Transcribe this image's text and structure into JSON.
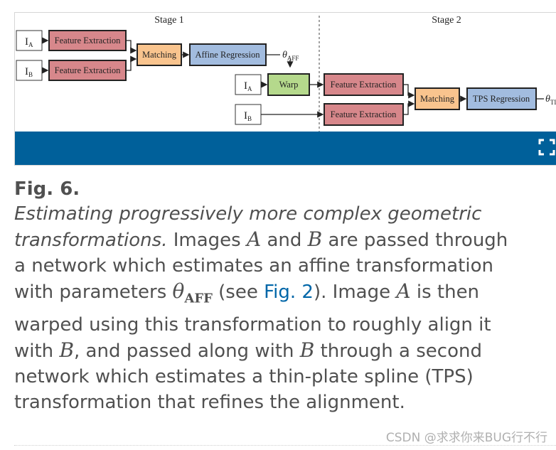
{
  "diagram": {
    "stage1_label": "Stage 1",
    "stage2_label": "Stage 2",
    "inputs": {
      "ia_main": "I",
      "ia_sub": "A",
      "ib_main": "I",
      "ib_sub": "B"
    },
    "feature_extraction": "Feature Extraction",
    "matching": "Matching",
    "affine_regression": "Affine Regression",
    "theta_aff_main": "θ",
    "theta_aff_sub": "AFF",
    "warp": "Warp",
    "tps_regression": "TPS Regression",
    "theta_tps_main": "θ",
    "theta_tps_sub": "TI",
    "colors": {
      "feature": "#d7878b",
      "matching": "#f9c48e",
      "regression": "#a2bcdf",
      "warp": "#b5d98c",
      "bar": "#00609a"
    }
  },
  "caption": {
    "fig_label": "Fig. 6.",
    "italic_1": "Estimating progressively more complex geometric",
    "italic_2": "transformations.",
    "line2_a": " Images ",
    "var_a": "A",
    "line2_b": " and ",
    "var_b": "B",
    "line2_c": " are passed through",
    "line3": "a network which estimates an affine transformation",
    "line4_a": "with parameters ",
    "theta": "θ",
    "theta_sub": "AFF",
    "line4_b": " (see ",
    "fig_link": "Fig. 2",
    "line4_c": "). Image ",
    "line4_d": " is then",
    "line5": "warped using this transformation to roughly align it",
    "line6_a": "with ",
    "line6_b": ", and passed along with ",
    "line6_c": " through a second",
    "line7": "network which estimates a thin-plate spline (TPS)",
    "line8": "transformation that refines the alignment."
  },
  "watermark": "CSDN @求求你来BUG行不行"
}
